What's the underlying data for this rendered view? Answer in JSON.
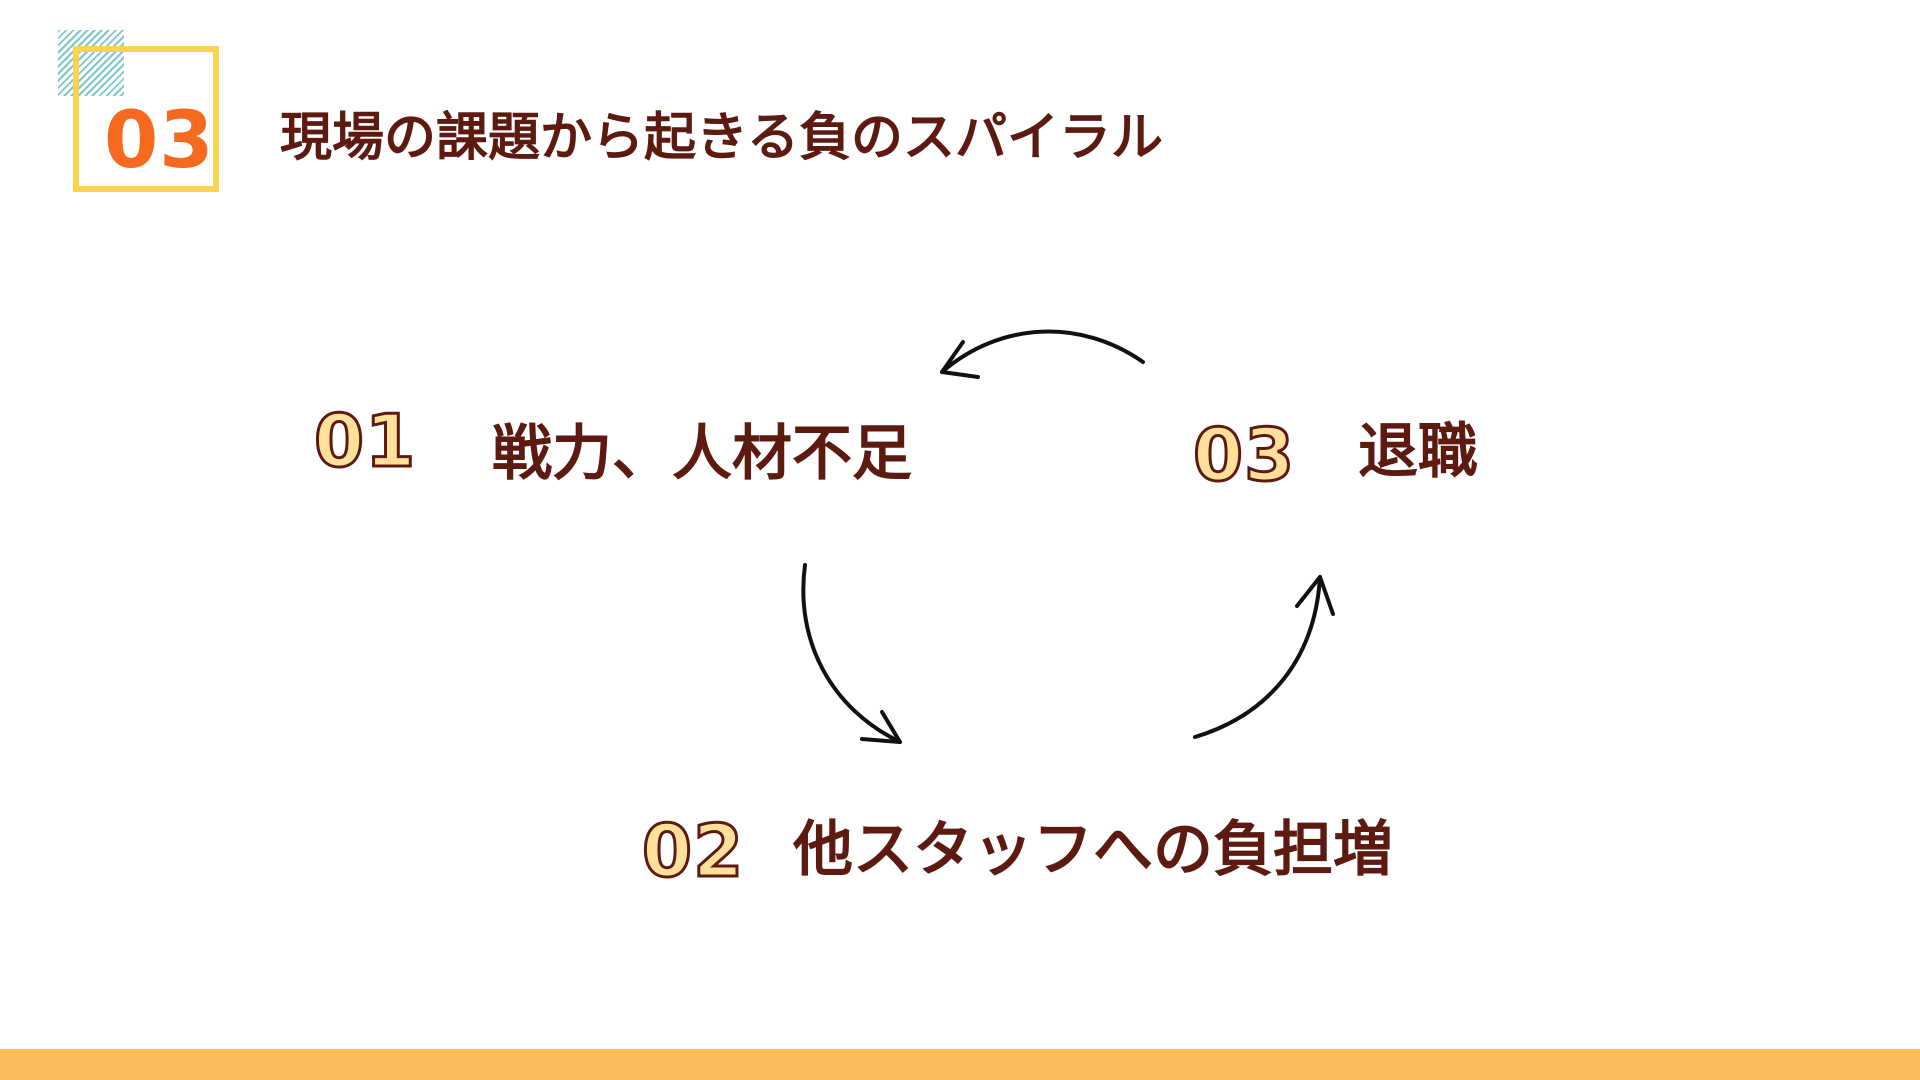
{
  "section": {
    "number": "03",
    "title": "現場の課題から起きる負のスパイラル"
  },
  "cycle": {
    "steps": [
      {
        "number": "01",
        "label": "戦力、人材不足"
      },
      {
        "number": "02",
        "label": "他スタッフへの負担増"
      },
      {
        "number": "03",
        "label": "退職"
      }
    ]
  },
  "colors": {
    "title_text": "#5c1a11",
    "badge_number": "#f56a1e",
    "badge_border": "#fbd34d",
    "hatch": "#7cc9cc",
    "step_number_fill": "#ffe09a",
    "bottom_bar": "#fdbb5a"
  }
}
